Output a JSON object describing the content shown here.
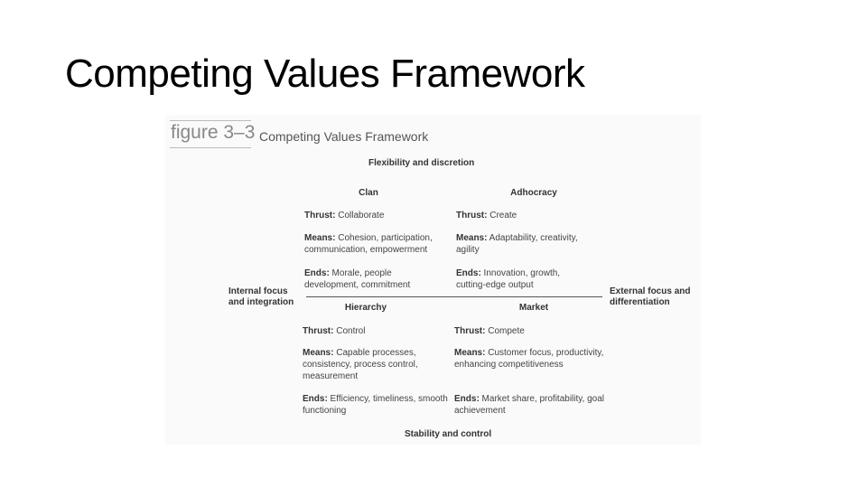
{
  "slide": {
    "title": "Competing Values Framework"
  },
  "figure": {
    "number": "figure 3–3",
    "title": "Competing Values Framework",
    "top_axis": "Flexibility and discretion",
    "bottom_axis": "Stability and control",
    "left_axis": [
      "Internal focus",
      "and integration"
    ],
    "right_axis": [
      "External focus and",
      "differentiation"
    ],
    "quadrants": [
      {
        "name": "Clan",
        "thrust_label": "Thrust:",
        "thrust": " Collaborate",
        "means_label": "Means:",
        "means": " Cohesion, participation, communication, empowerment",
        "ends_label": "Ends:",
        "ends": " Morale, people development, commitment"
      },
      {
        "name": "Adhocracy",
        "thrust_label": "Thrust:",
        "thrust": " Create",
        "means_label": "Means:",
        "means": " Adaptability, creativity, agility",
        "ends_label": "Ends:",
        "ends": " Innovation, growth, cutting-edge output"
      },
      {
        "name": "Hierarchy",
        "thrust_label": "Thrust:",
        "thrust": " Control",
        "means_label": "Means:",
        "means": " Capable processes, consistency, process control, measurement",
        "ends_label": "Ends:",
        "ends": " Efficiency, timeliness, smooth functioning"
      },
      {
        "name": "Market",
        "thrust_label": "Thrust:",
        "thrust": " Compete",
        "means_label": "Means:",
        "means": " Customer focus, productivity, enhancing competitiveness",
        "ends_label": "Ends:",
        "ends": " Market share, profitability, goal achievement"
      }
    ]
  }
}
